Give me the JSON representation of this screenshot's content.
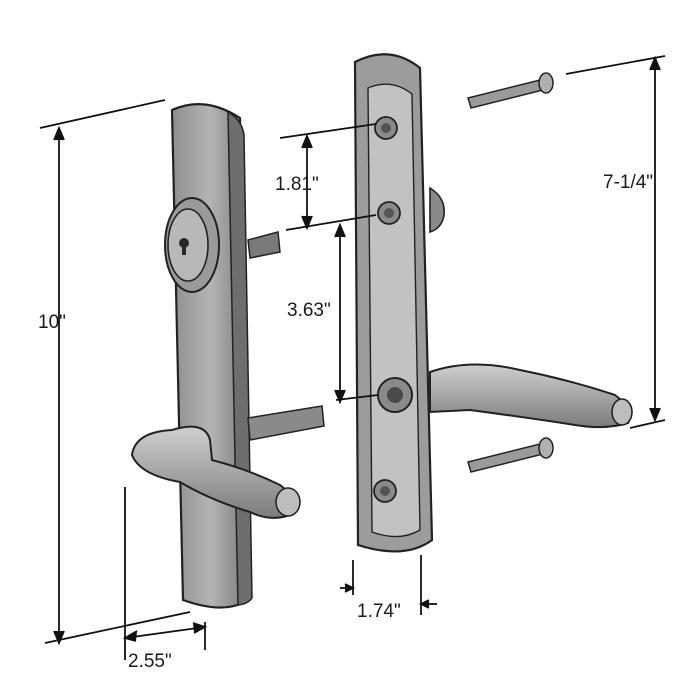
{
  "diagram": {
    "dimensions": {
      "overall_height": "10\"",
      "hole_spacing_upper": "1.81\"",
      "hole_spacing_middle": "3.63\"",
      "mount_span": "7-1/4\"",
      "plate_width": "2.55\"",
      "backset_width": "1.74\""
    }
  }
}
